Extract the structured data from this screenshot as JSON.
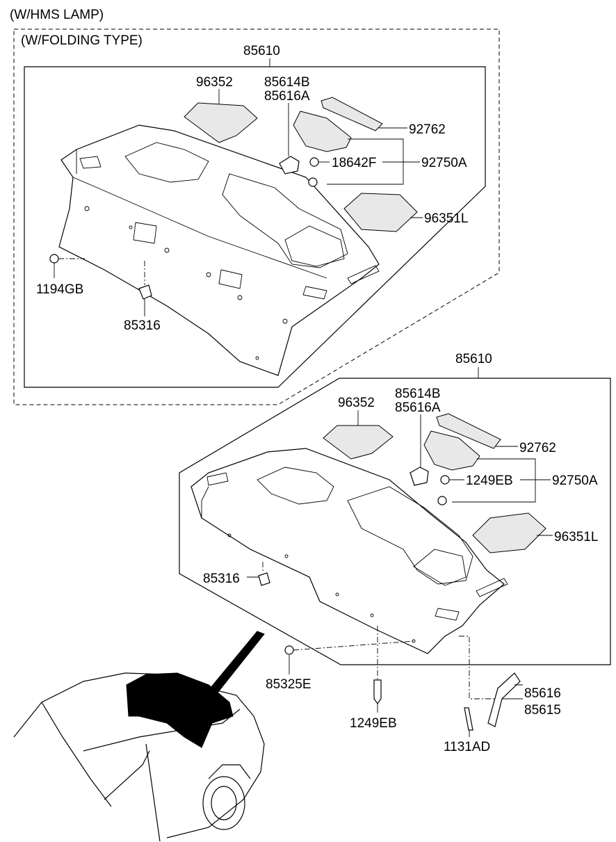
{
  "captions": {
    "hms_lamp": "(W/HMS LAMP)",
    "folding_type": "(W/FOLDING TYPE)"
  },
  "upper": {
    "assembly": "85610",
    "cover_top": "96352",
    "bracket_b": "85614B",
    "bracket_a": "85616A",
    "lamp_cover": "92762",
    "bulb": "18642F",
    "lamp_assy": "92750A",
    "cover_right": "96351L",
    "screw": "1194GB",
    "clip": "85316"
  },
  "lower": {
    "assembly": "85610",
    "cover_top": "96352",
    "bracket_b": "85614B",
    "bracket_a": "85616A",
    "lamp_cover": "92762",
    "bulb": "1249EB",
    "lamp_assy": "92750A",
    "cover_right": "96351L",
    "clip": "85316",
    "nut": "85325E",
    "bolt": "1249EB",
    "hinge_a": "85616",
    "hinge_b": "85615",
    "hinge_bolt": "1131AD"
  }
}
